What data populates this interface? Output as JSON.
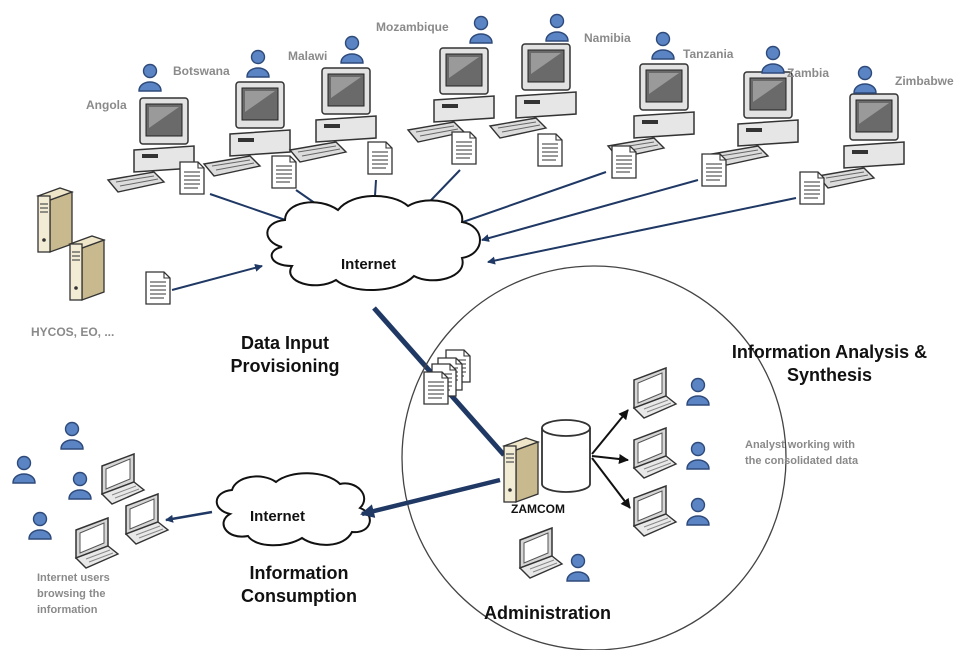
{
  "countries": [
    "Angola",
    "Botswana",
    "Malawi",
    "Mozambique",
    "Namibia",
    "Tanzania",
    "Zambia",
    "Zimbabwe"
  ],
  "source_label": "HYCOS, EO, ...",
  "cloud_labels": {
    "input": "Internet",
    "output": "Internet"
  },
  "sections": {
    "data_input": "Data Input Provisioning",
    "analysis": "Information Analysis & Synthesis",
    "consumption": "Information Consumption",
    "administration": "Administration"
  },
  "server_label": "ZAMCOM",
  "notes": {
    "analyst": "Analyst working with the consolidated data",
    "internet_users": "Internet users browsing the information"
  },
  "colors": {
    "arrow": "#1f3864",
    "user": "#5b84c4",
    "user_stroke": "#2e4a7a"
  },
  "icons": [
    "desktop-computer-icon",
    "user-icon",
    "document-icon",
    "cloud-icon",
    "server-icon",
    "database-icon",
    "laptop-icon"
  ]
}
